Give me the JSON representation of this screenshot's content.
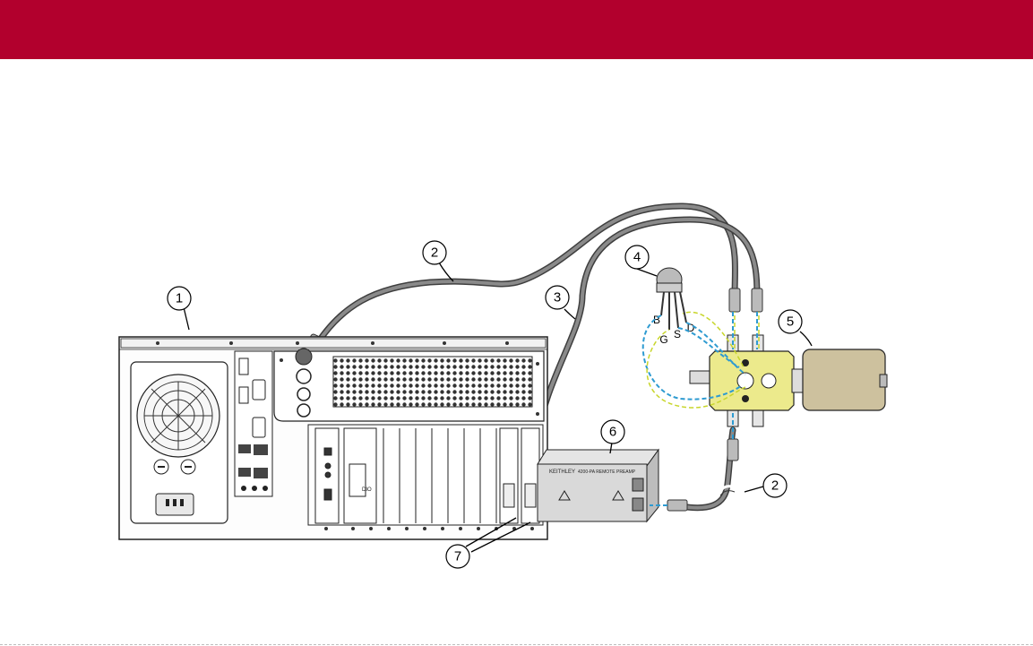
{
  "header": {
    "color": "#b2002d"
  },
  "callouts": [
    {
      "id": "c1",
      "text": "1"
    },
    {
      "id": "c2",
      "text": "2"
    },
    {
      "id": "c3",
      "text": "3"
    },
    {
      "id": "c4",
      "text": "4"
    },
    {
      "id": "c5",
      "text": "5"
    },
    {
      "id": "c6",
      "text": "6"
    },
    {
      "id": "c7",
      "text": "7"
    },
    {
      "id": "c2b",
      "text": "2"
    }
  ],
  "pin_labels": [
    "B",
    "G",
    "S",
    "D"
  ],
  "preamp": {
    "brand": "KEITHLEY",
    "model": "4200-PA REMOTE PREAMP"
  },
  "card_label": "DIO",
  "colors": {
    "cable": "#6f6f6f",
    "ground_wire": "#2e9bd1",
    "signal_wire": "#c8d62b",
    "fixture": "#ecea8c",
    "enclosure": "#cdc19e"
  }
}
